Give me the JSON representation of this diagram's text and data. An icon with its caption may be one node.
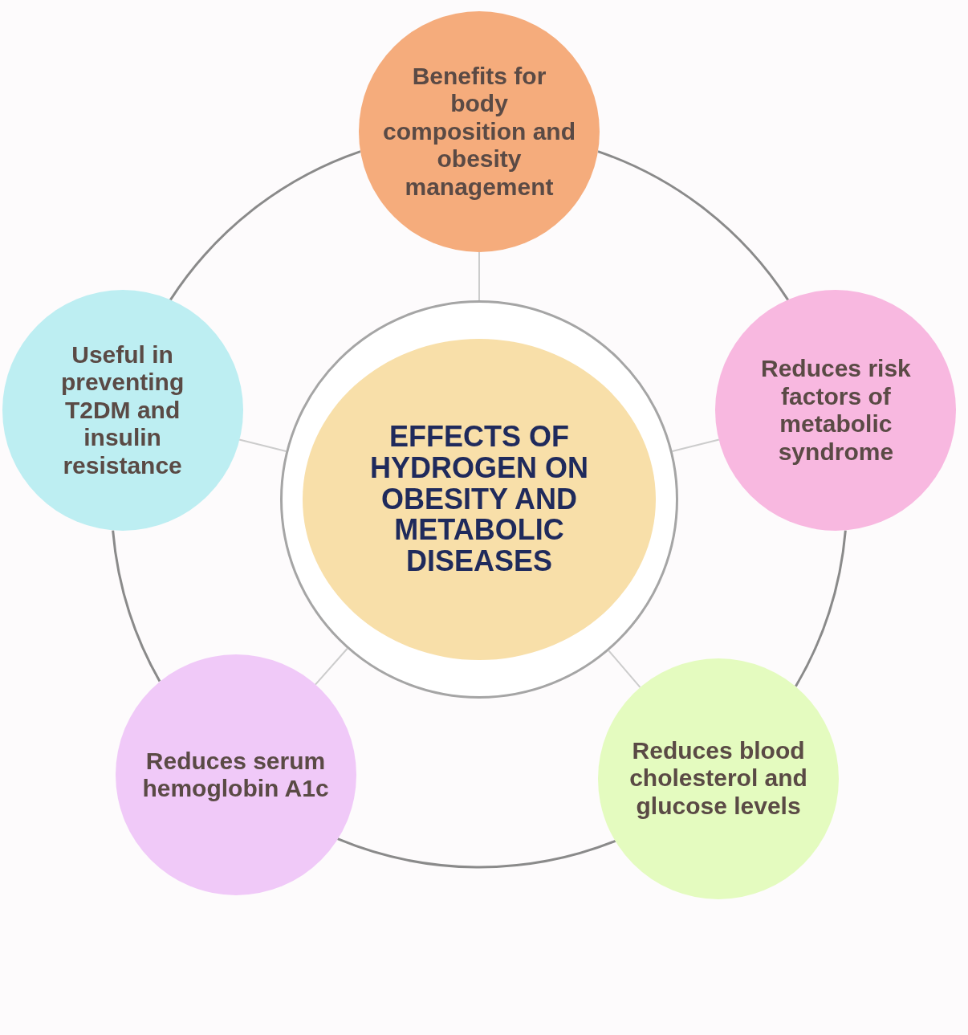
{
  "diagram": {
    "nodes": [
      {
        "text": [
          "EFFECTS OF HYDROGEN ON OBESITY AND METABOLIC DISEASES"
        ]
      },
      {
        "text": [
          "Benefits for body composition and obesity management"
        ]
      },
      {
        "text": [
          "Reduces risk factors of metabolic syndrome"
        ]
      },
      {
        "text": [
          "Reduces blood cholesterol and glucose levels"
        ]
      },
      {
        "text": [
          "Reduces serum hemoglobin A1c"
        ]
      },
      {
        "text": [
          "Useful in preventing T2DM and insulin resistance"
        ]
      }
    ],
    "edges": [
      {
        "from": 0,
        "to": 1,
        "arrow": "none",
        "color": "#cccccc"
      },
      {
        "from": 0,
        "to": 2,
        "arrow": "none",
        "color": "#cccccc"
      },
      {
        "from": 0,
        "to": 3,
        "arrow": "none",
        "color": "#cccccc"
      },
      {
        "from": 0,
        "to": 4,
        "arrow": "none",
        "color": "#cccccc"
      },
      {
        "from": 0,
        "to": 5,
        "arrow": "none",
        "color": "#cccccc"
      },
      {
        "from": 1,
        "to": 2,
        "arrow": "none"
      },
      {
        "from": 2,
        "to": 3,
        "arrow": "none"
      },
      {
        "from": 3,
        "to": 4,
        "arrow": "none"
      },
      {
        "from": 4,
        "to": 5,
        "arrow": "none"
      },
      {
        "from": 5,
        "to": 1,
        "arrow": "none"
      }
    ]
  }
}
